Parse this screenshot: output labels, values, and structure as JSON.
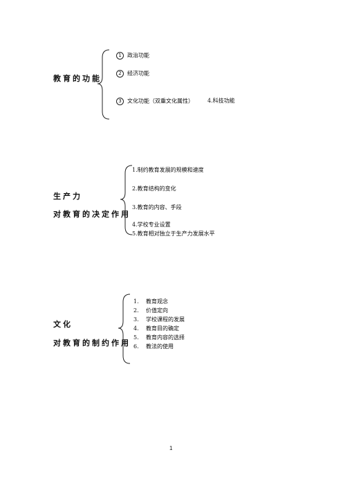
{
  "sections": [
    {
      "heading_lines": [
        "教育的功能"
      ],
      "items": [
        {
          "marker": "1",
          "text": "政治功能"
        },
        {
          "marker": "2",
          "text": "经济功能"
        },
        {
          "marker": "3",
          "text": "文化功能（双重文化属性）",
          "extra": "4.科技功能"
        }
      ]
    },
    {
      "heading_lines": [
        "生产力",
        "对教育的决定作用"
      ],
      "items": [
        {
          "text": "1.制约教育发展的规模和速度"
        },
        {
          "text": "2.教育结构的变化"
        },
        {
          "text": "3.教育的内容、手段"
        },
        {
          "text": "4.学校专业设置"
        },
        {
          "text": "5.教育相对独立于生产力发展水平"
        }
      ]
    },
    {
      "heading_lines": [
        "文化",
        "对教育的制约作用"
      ],
      "items": [
        {
          "num": "1.",
          "text": "教育观念"
        },
        {
          "num": "2.",
          "text": "价值定向"
        },
        {
          "num": "3.",
          "text": "学校课程的发展"
        },
        {
          "num": "4.",
          "text": "教育目的确定"
        },
        {
          "num": "5.",
          "text": "教育内容的选择"
        },
        {
          "num": "6.",
          "text": "教法的使用"
        }
      ]
    }
  ],
  "footer": {
    "page_number": "1"
  }
}
